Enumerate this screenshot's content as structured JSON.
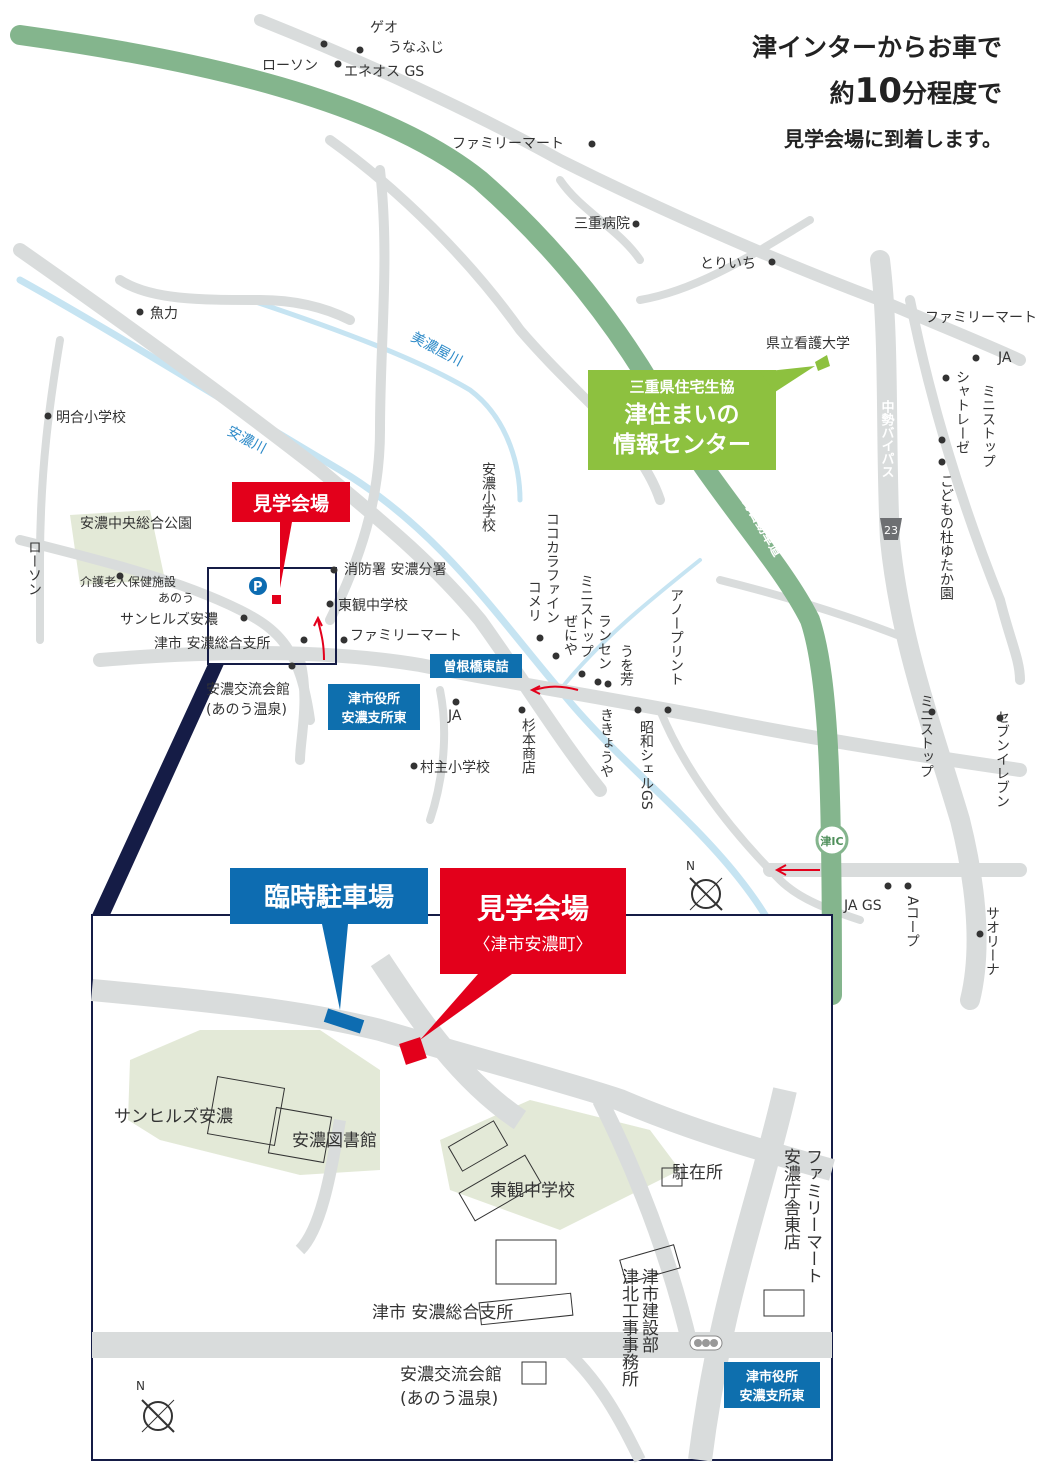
{
  "headline": {
    "line1": "津インターからお車で",
    "line2a": "約",
    "line2b": "10",
    "line2c": "分程度で",
    "line3": "見学会場に到着します。"
  },
  "center_sign": {
    "line1": "三重県住宅生協",
    "line2": "津住まいの",
    "line3": "情報センター"
  },
  "venue_label": "見学会場",
  "places": {
    "geo": "ゲオ",
    "unafuji": "うなふじ",
    "lawson_top": "ローソン",
    "eneos": "エネオス GS",
    "familymart_top": "ファミリーマート",
    "mie_hospital": "三重病院",
    "toriichi": "とりいち",
    "uoriki": "魚力",
    "kenritsu_kango": "県立看護大学",
    "familymart_right": "ファミリーマート",
    "ja_right": "JA",
    "meigo_school": "明合小学校",
    "ano_school": "安濃小学校",
    "ano_park": "安濃中央総合公園",
    "lawson_left": "ローソン",
    "kaigo": "介護老人保健施設",
    "anou": "あのう",
    "sunhills": "サンヒルズ安濃",
    "shobosho": "消防署 安濃分署",
    "tokan_school": "東観中学校",
    "tsushi_sogo": "津市 安濃総合支所",
    "familymart_mid": "ファミリーマート",
    "ano_koryu": "安濃交流会館",
    "ano_onsen": "(あのう温泉)",
    "ja_mid": "JA",
    "murashu_school": "村主小学校",
    "sugimoto": "杉本商店",
    "kikyouya": "ききょうや",
    "showa_shell": "昭和シェルGS",
    "anoprint": "アノープリント",
    "cocokara": "ココカラファイン",
    "komeri": "コメリ",
    "ministop_ransen": "ミニストップ",
    "ransen": "ランセン",
    "zeniya": "ぜにや",
    "uowo": "うを芳",
    "shaterze": "シャトレーゼ",
    "ministop_r1": "ミニストップ",
    "kodomo_mori": "こどもの杜ゆたか園",
    "ministop_r2": "ミニストップ",
    "seven": "セブンイレブン",
    "ja_gs": "JA GS",
    "a_coop": "Aコープ",
    "saorina": "サオリーナ"
  },
  "roads": {
    "mino_river": "美濃屋川",
    "ano_river": "安濃川",
    "ise_expressway": "伊勢自動車道",
    "chusei_bypass": "中勢バイパス",
    "route_no": "23",
    "tsu_ic": "津IC"
  },
  "tags": {
    "sonebashi": "曽根橋東詰",
    "shiyakusho_1": "津市役所",
    "shiyakusho_2": "安濃支所東"
  },
  "inset": {
    "parking": "臨時駐車場",
    "venue": "見学会場",
    "venue_sub": "〈津市安濃町〉",
    "sunhills": "サンヒルズ安濃",
    "library": "安濃図書館",
    "tokan_school": "東観中学校",
    "chuzaisho": "駐在所",
    "familymart": "ファミリーマート",
    "ano_chosha": "安濃庁舎東店",
    "tsushi_sogo": "津市 安濃総合支所",
    "kensetsu": "津市建設部",
    "hokubu": "津北工事事務所",
    "ano_koryu": "安濃交流会館",
    "ano_onsen": "(あのう温泉)",
    "shiyakusho_1": "津市役所",
    "shiyakusho_2": "安濃支所東"
  },
  "compass_letter": "N",
  "colors": {
    "expressway": "#84b58d",
    "road": "#d9dcdc",
    "river": "#c6e4f2",
    "park": "#e3e9d7",
    "venue_red": "#e3001b",
    "parking_blue": "#0d6cb1",
    "sign_green": "#8dc13f",
    "tag_blue": "#0e6fae",
    "inset_frame": "#151c46"
  }
}
